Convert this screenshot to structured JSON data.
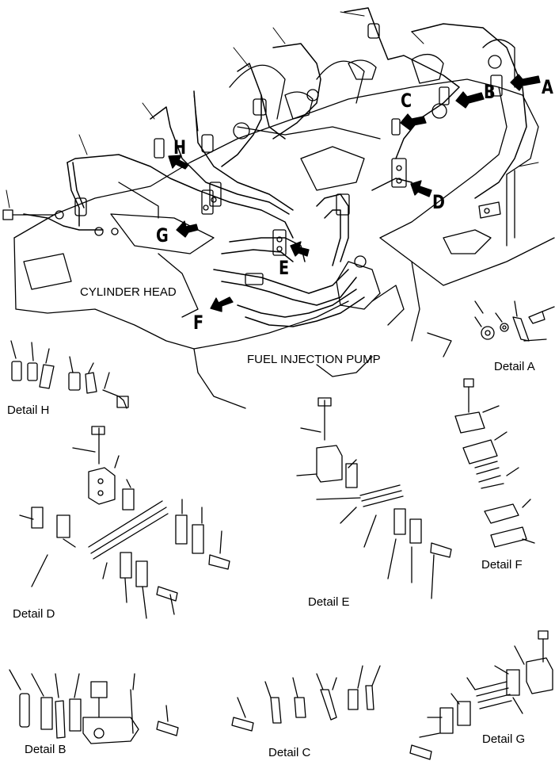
{
  "labels": {
    "cylinder_head": "CYLINDER HEAD",
    "fuel_injection_pump": "FUEL INJECTION PUMP"
  },
  "callouts": {
    "a": "A",
    "b": "B",
    "c": "C",
    "d": "D",
    "e": "E",
    "f": "F",
    "g": "G",
    "h": "H"
  },
  "details": {
    "a": "Detail A",
    "b": "Detail B",
    "c": "Detail C",
    "d": "Detail D",
    "e": "Detail E",
    "f": "Detail F",
    "g": "Detail G",
    "h": "Detail H"
  }
}
